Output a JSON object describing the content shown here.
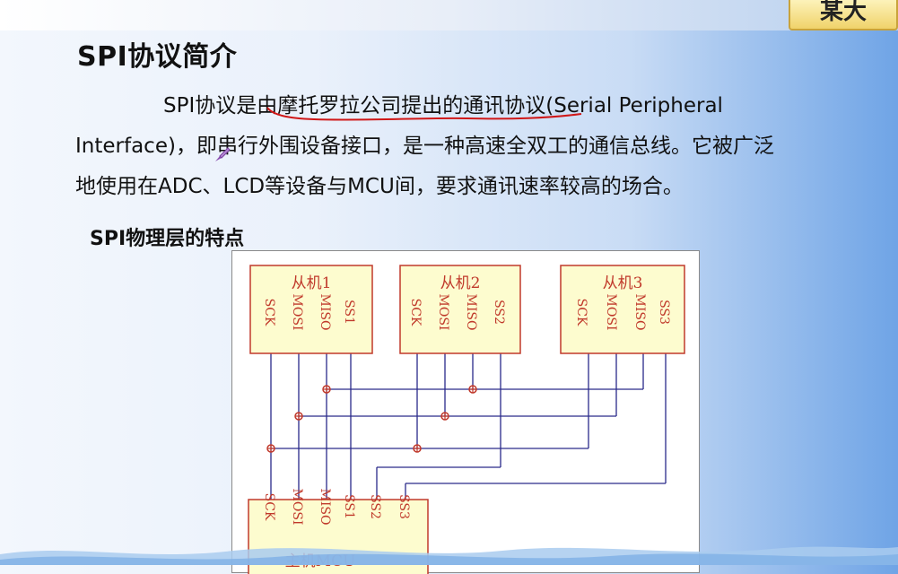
{
  "header": {
    "badge": "某大"
  },
  "slide": {
    "title": "SPI协议简介",
    "paragraph": "SPI协议是由摩托罗拉公司提出的通讯协议(Serial Peripheral Interface)，即串行外围设备接口，是一种高速全双工的通信总线。它被广泛地使用在ADC、LCD等设备与MCU间，要求通讯速率较高的场合。",
    "subtitle": "SPI物理层的特点"
  },
  "diagram": {
    "slaves": [
      {
        "label": "从机1",
        "pins": [
          "SCK",
          "MOSI",
          "MISO",
          "SS1"
        ]
      },
      {
        "label": "从机2",
        "pins": [
          "SCK",
          "MOSI",
          "MISO",
          "SS2"
        ]
      },
      {
        "label": "从机3",
        "pins": [
          "SCK",
          "MOSI",
          "MISO",
          "SS3"
        ]
      }
    ],
    "master": {
      "label": "主机MCU",
      "pins": [
        "SCK",
        "MOSI",
        "MISO",
        "SS1",
        "SS2",
        "SS3"
      ]
    },
    "colors": {
      "box_fill": "#fdfccf",
      "box_border": "#c0392b",
      "line": "#2a2a8a",
      "junction": "#c0392b",
      "underline": "#d01818"
    }
  }
}
